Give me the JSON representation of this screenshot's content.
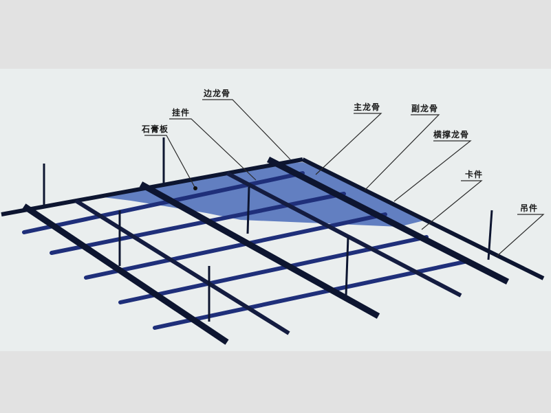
{
  "diagram": {
    "title": "",
    "subject": "ceiling-suspension-grid",
    "colors": {
      "background": "#eaeeee",
      "frame_band": "#e2e2e2",
      "beam_dark": "#0d1530",
      "cross_member": "#1f2f7a",
      "gypsum_panel": "#4a6bb8",
      "leader_line": "#2a2a2a"
    },
    "labels": [
      {
        "id": "edge-keel",
        "text": "边龙骨"
      },
      {
        "id": "hanger-clip",
        "text": "挂件"
      },
      {
        "id": "gypsum-board",
        "text": "石膏板"
      },
      {
        "id": "main-keel",
        "text": "主龙骨"
      },
      {
        "id": "secondary-keel",
        "text": "副龙骨"
      },
      {
        "id": "cross-brace-keel",
        "text": "横撑龙骨"
      },
      {
        "id": "clip",
        "text": "卡件"
      },
      {
        "id": "hanger",
        "text": "吊件"
      }
    ]
  }
}
